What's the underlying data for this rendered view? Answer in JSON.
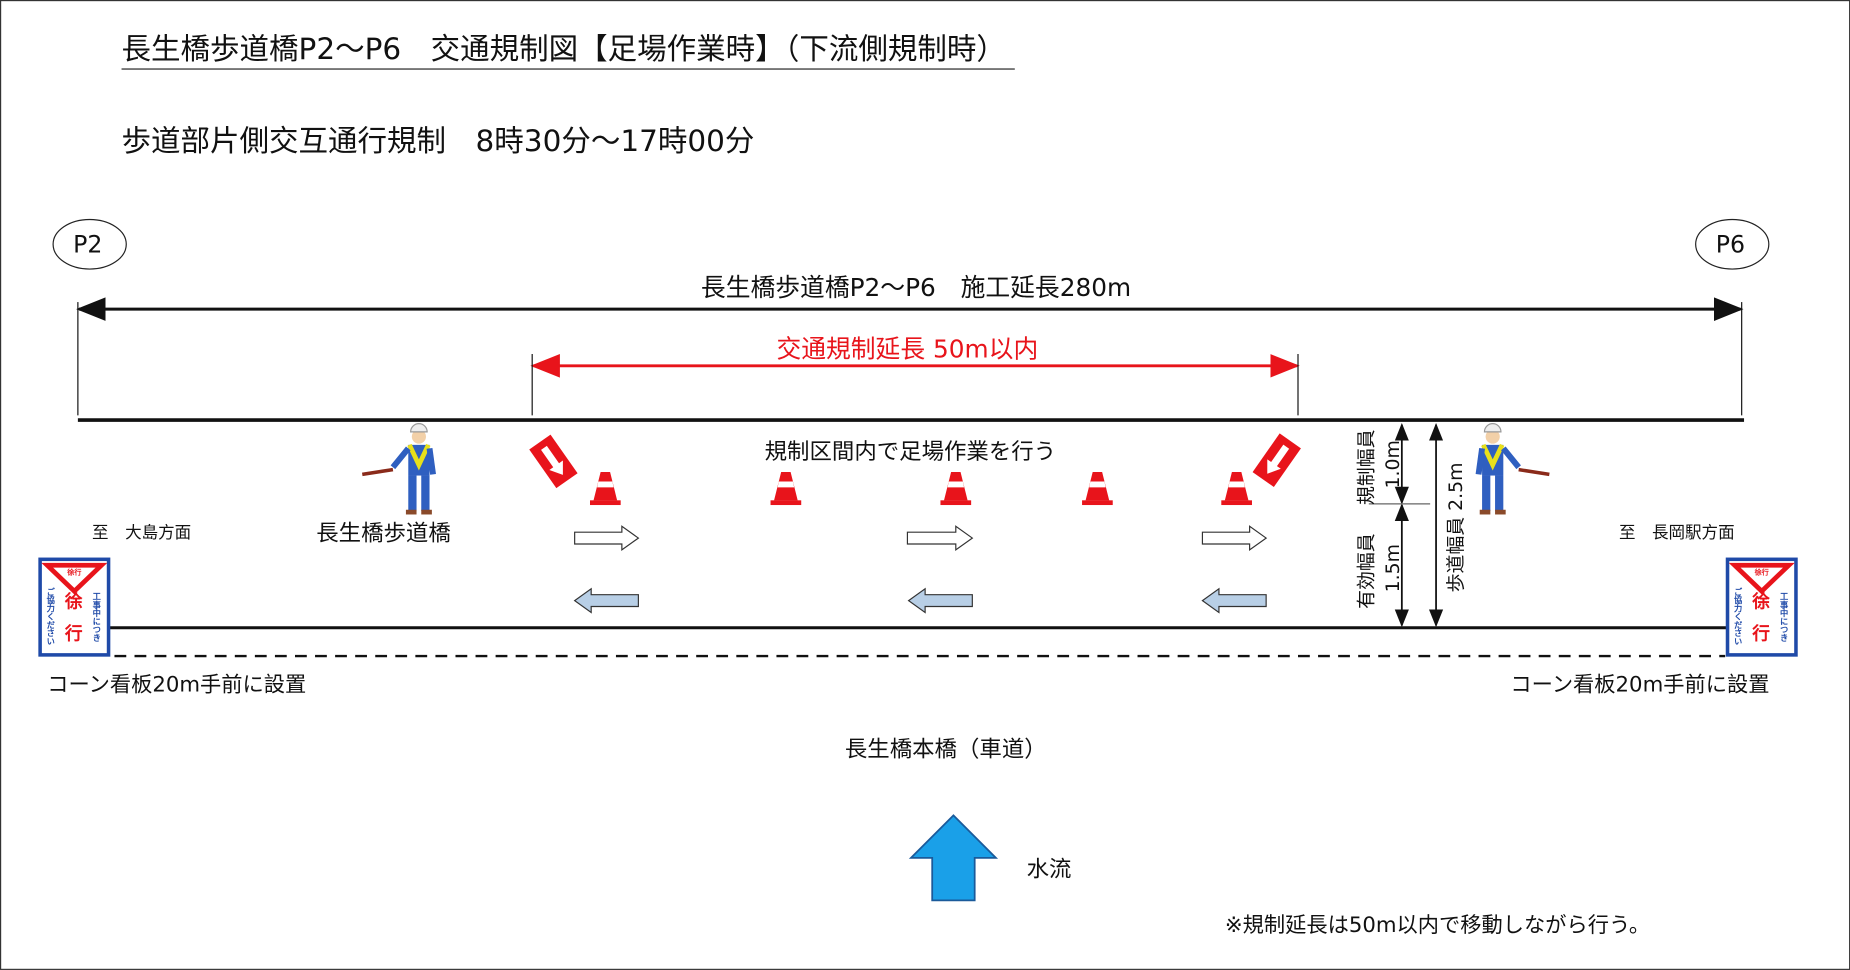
{
  "title": "長生橋歩道橋P2～P6　交通規制図【足場作業時】（下流側規制時）",
  "subtitle": "歩道部片側交互通行規制　8時30分～17時00分",
  "markers": {
    "left": "P2",
    "right": "P6"
  },
  "construction_length": "長生橋歩道橋P2～P6　施工延長280m",
  "regulation_length": "交通規制延長 50m以内",
  "work_note": "規制区間内で足場作業を行う",
  "bridge_label": "長生橋歩道橋",
  "direction_left": "至　大島方面",
  "direction_right": "至　長岡駅方面",
  "sign": {
    "top": "徐行",
    "main_1": "徐",
    "main_2": "行",
    "right_text": "工事中につき",
    "left_text": "ご協力ください"
  },
  "sign_note_left": "コーン看板20m手前に設置",
  "sign_note_right": "コーン看板20m手前に設置",
  "dimensions": {
    "reg_label": "規制幅員",
    "reg_value": "1.0m",
    "eff_label": "有効幅員",
    "eff_value": "1.5m",
    "total": "歩道幅員 2.5m"
  },
  "main_bridge": "長生橋本橋（車道）",
  "water_flow": "水流",
  "footnote": "※規制延長は50m以内で移動しながら行う。",
  "colors": {
    "red": "#e8141b",
    "flow_blue": "#1aa0e8",
    "arrow_blue": "#b8cfe6"
  }
}
